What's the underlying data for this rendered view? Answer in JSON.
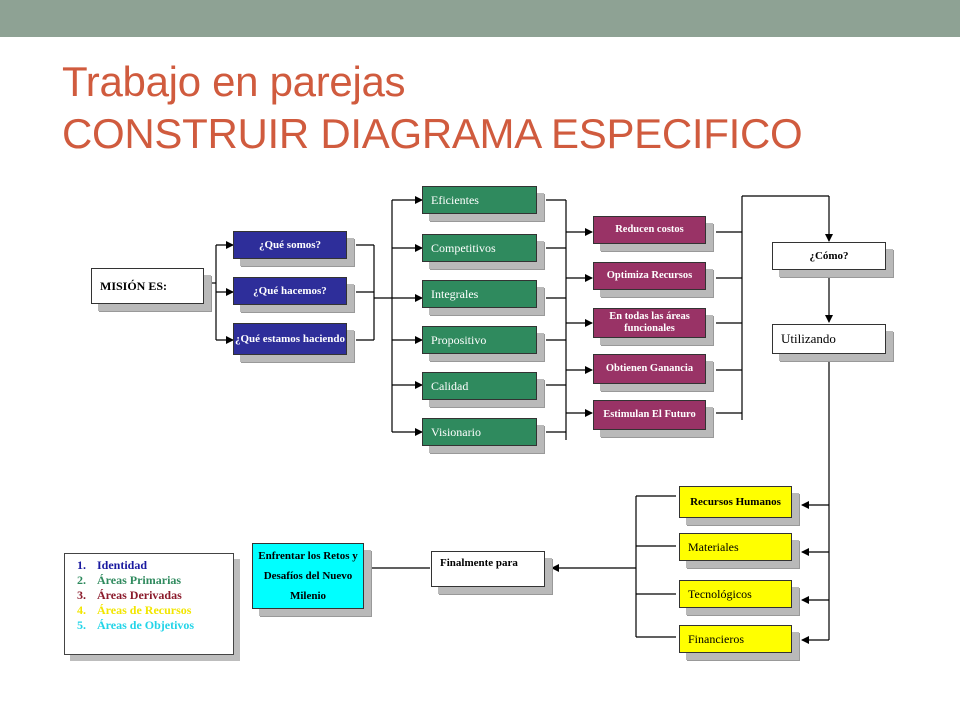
{
  "slide": {
    "title_line1": "Trabajo en parejas",
    "title_line2": "CONSTRUIR DIAGRAMA ESPECIFICO"
  },
  "diagram": {
    "mision": "MISIÓN ES:",
    "questions": [
      "¿Qué somos?",
      "¿Qué hacemos?",
      "¿Qué estamos haciendo"
    ],
    "qualities": [
      "Eficientes",
      "Competitivos",
      "Integrales",
      "Propositivo",
      "Calidad",
      "Visionario"
    ],
    "outcomes": [
      "Reducen costos",
      "Optimiza Recursos",
      "En todas las áreas funcionales",
      "Obtienen Ganancia",
      "Estimulan El Futuro"
    ],
    "como": "¿Cómo?",
    "utilizando": "Utilizando",
    "resources": [
      "Recursos Humanos",
      "Materiales",
      "Tecnológicos",
      "Financieros"
    ],
    "finalmente": "Finalmente para",
    "enfrentar": "Enfrentar los Retos y Desafíos del Nuevo Milenio"
  },
  "legend": [
    {
      "num": "1.",
      "label": "Identidad",
      "color": "#1a1aa0"
    },
    {
      "num": "2.",
      "label": "Áreas Primarias",
      "color": "#2f8a5e"
    },
    {
      "num": "3.",
      "label": "Áreas Derivadas",
      "color": "#8b1a2b"
    },
    {
      "num": "4.",
      "label": "Áreas de Recursos",
      "color": "#f2e600"
    },
    {
      "num": "5.",
      "label": "Áreas de Objetivos",
      "color": "#22d4e8"
    }
  ],
  "colors": {
    "title": "#d05b3e",
    "topbar": "#8ea294",
    "questions_fill": "#2e2e9a",
    "qualities_fill": "#2f8a5e",
    "outcomes_fill": "#993366",
    "resources_fill": "#ffff00"
  }
}
